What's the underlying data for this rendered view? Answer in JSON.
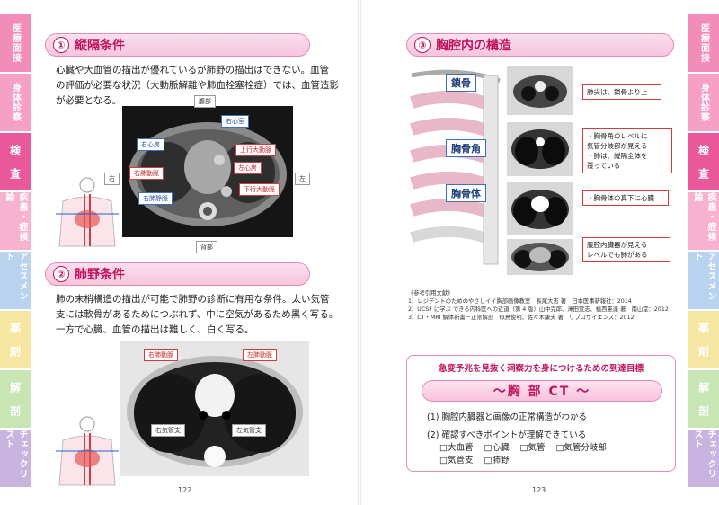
{
  "tabs": [
    {
      "label": "医療面接",
      "color": "#f28cb8"
    },
    {
      "label": "身体診察",
      "color": "#f6a0c6"
    },
    {
      "label": "検　査",
      "color": "#e8589a"
    },
    {
      "label": "疾患・症候論",
      "color": "#f7b2d0"
    },
    {
      "label": "アセスメント",
      "color": "#b9d3ef"
    },
    {
      "label": "薬　剤",
      "color": "#f5e7a2"
    },
    {
      "label": "解　剖",
      "color": "#c8e6b4"
    },
    {
      "label": "チェックリスト",
      "color": "#c8b4df"
    }
  ],
  "left_page": {
    "sec1": {
      "num": "①",
      "title": "縦隔条件",
      "text": [
        "心臓や大血管の描出が優れているが肺野の描出はできない。血管",
        "の評価が必要な状況（大動脈解離や肺血栓塞栓症）では、血管造影",
        "が必要となる。"
      ]
    },
    "ct1_labels": {
      "front": "腹部",
      "back": "背部",
      "left": "右",
      "right": "左",
      "ra": "右心房",
      "rv": "右心室",
      "aa": "上行大動脈",
      "lv": "左心房",
      "rpa": "右肺動脈",
      "da": "下行大動脈",
      "rpv": "右肺静脈"
    },
    "sec2": {
      "num": "②",
      "title": "肺野条件",
      "text": [
        "肺の末梢構造の描出が可能で肺野の診断に有用な条件。太い気管",
        "支には軟骨があるためにつぶれず、中に空気があるため黒く写る。",
        "一方で心臓、血管の描出は難しく、白く写る。"
      ]
    },
    "ct2_labels": {
      "rpa": "右肺動脈",
      "lpa": "左肺動脈",
      "rb": "右気管支",
      "lb": "左気管支"
    },
    "page_number": "122"
  },
  "right_page": {
    "sec3": {
      "num": "③",
      "title": "胸腔内の構造"
    },
    "rib_labels": {
      "clavicle": "鎖骨",
      "angle": "胸骨角",
      "body": "胸骨体"
    },
    "annotations": [
      {
        "text": "肺尖は、鎖骨より上"
      },
      {
        "text": "・胸骨角のレベルに\n気管分岐部が見える\n・肺は、縦隔全体を\n覆っている"
      },
      {
        "text": "・胸骨体の真下に心臓"
      },
      {
        "text": "腹腔内臓器が見える\nレベルでも肺がある"
      }
    ],
    "refs": {
      "head": "《参考引用文献》",
      "items": [
        "1）レジデントのためのやさしイイ胸部画像教室　長尾大志 著　日本医事新報社：2014",
        "2）UCSF に学ぶ できる内科医への近道（第 4 版）山中克郎、澤田覚志、植西憲達 著　南山堂：2012",
        "3）CT・MRI 解体新書－正常解剖　似鳥俊明、佐々木康夫 著　リブロサイエンス：2012"
      ]
    },
    "goal": {
      "head": "急変予兆を見抜く洞察力を身につけるための到達目標",
      "title": "～胸 部 CT ～",
      "line1": "(1) 胸腔内臓器と画像の正常構造がわかる",
      "line2": "(2) 確認すべきポイントが理解できている",
      "checks_row1": [
        "□大血管",
        "□心臓",
        "□気管",
        "□気管分岐部"
      ],
      "checks_row2": [
        "□気管支",
        "□肺野"
      ]
    },
    "page_number": "123"
  }
}
